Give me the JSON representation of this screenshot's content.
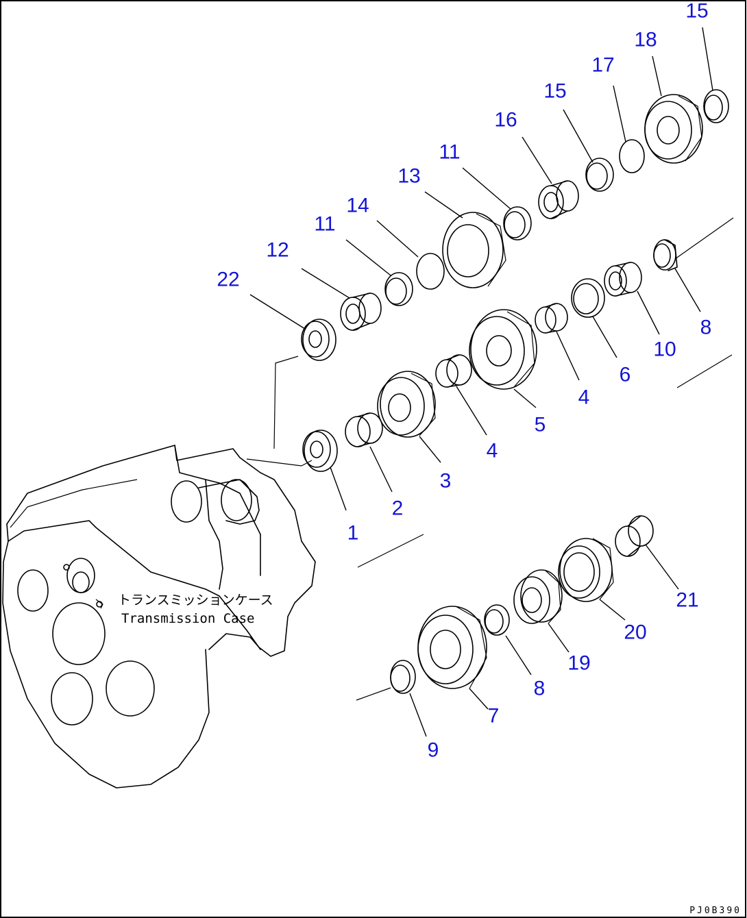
{
  "diagram": {
    "case_label_jp": "トランスミッションケース",
    "case_label_en": "Transmission Case",
    "drawing_number": "PJ0B390",
    "callout_color": "#1414d6",
    "parts": [
      {
        "id": "p1",
        "number": "1",
        "kind": "bearing"
      },
      {
        "id": "p2",
        "number": "2",
        "kind": "collar"
      },
      {
        "id": "p3",
        "number": "3",
        "kind": "gear"
      },
      {
        "id": "p4a",
        "number": "4",
        "kind": "collar"
      },
      {
        "id": "p5",
        "number": "5",
        "kind": "gear"
      },
      {
        "id": "p4b",
        "number": "4",
        "kind": "collar"
      },
      {
        "id": "p6",
        "number": "6",
        "kind": "ring"
      },
      {
        "id": "p10",
        "number": "10",
        "kind": "needle-bearing"
      },
      {
        "id": "p8a",
        "number": "8",
        "kind": "collar"
      },
      {
        "id": "p22",
        "number": "22",
        "kind": "bearing"
      },
      {
        "id": "p12",
        "number": "12",
        "kind": "needle-bearing"
      },
      {
        "id": "p11a",
        "number": "11",
        "kind": "collar"
      },
      {
        "id": "p14",
        "number": "14",
        "kind": "ring"
      },
      {
        "id": "p13",
        "number": "13",
        "kind": "gear"
      },
      {
        "id": "p11b",
        "number": "11",
        "kind": "collar"
      },
      {
        "id": "p16",
        "number": "16",
        "kind": "needle-bearing"
      },
      {
        "id": "p15a",
        "number": "15",
        "kind": "collar"
      },
      {
        "id": "p17",
        "number": "17",
        "kind": "ring"
      },
      {
        "id": "p18",
        "number": "18",
        "kind": "gear"
      },
      {
        "id": "p15b",
        "number": "15",
        "kind": "collar"
      },
      {
        "id": "p9",
        "number": "9",
        "kind": "snap-ring"
      },
      {
        "id": "p7",
        "number": "7",
        "kind": "gear"
      },
      {
        "id": "p8b",
        "number": "8",
        "kind": "collar"
      },
      {
        "id": "p19",
        "number": "19",
        "kind": "needle-bearing"
      },
      {
        "id": "p20",
        "number": "20",
        "kind": "hub"
      },
      {
        "id": "p21",
        "number": "21",
        "kind": "collar"
      }
    ]
  }
}
